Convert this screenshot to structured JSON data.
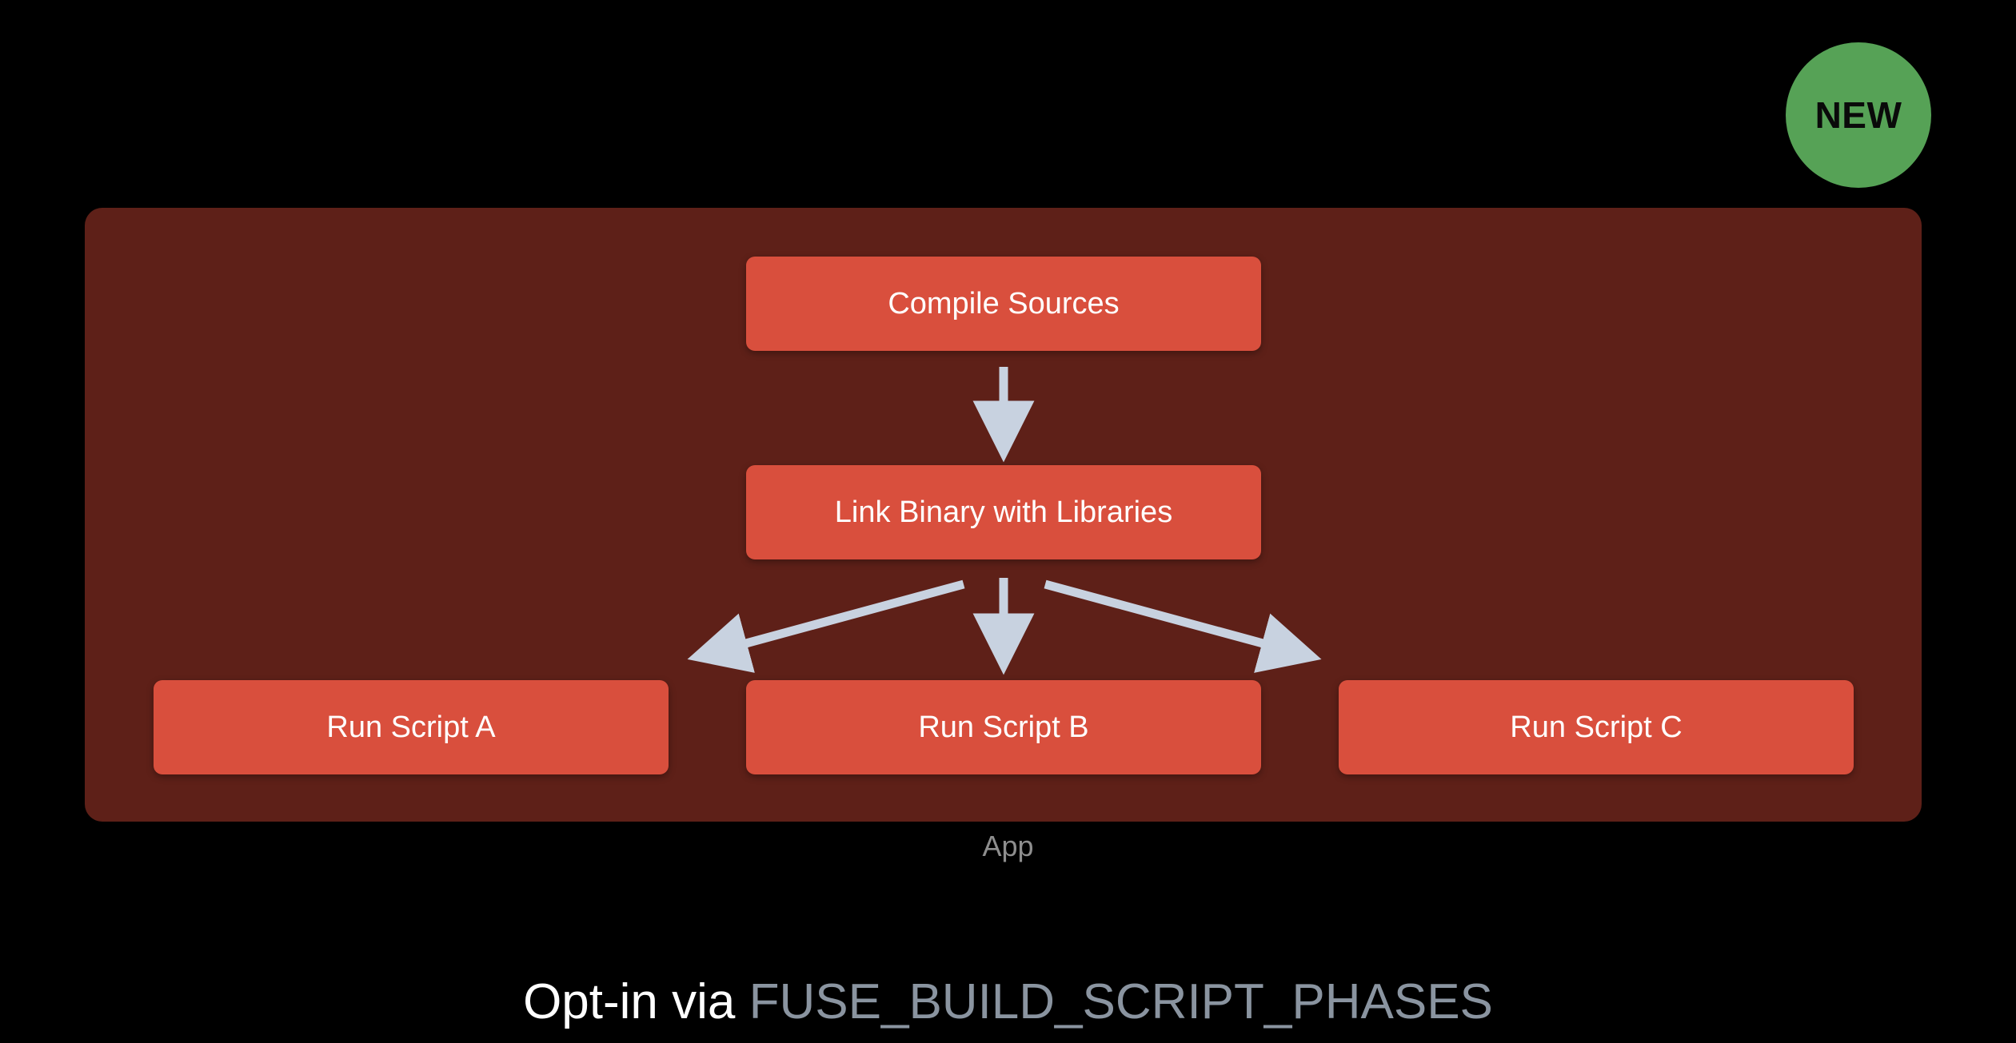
{
  "slide": {
    "background_color": "#000000",
    "badge": {
      "label": "NEW",
      "color": "#56a256",
      "text_color": "#0a0a0a",
      "icon": "new-badge-circle"
    },
    "container": {
      "caption": "App",
      "background_color": "#5e2018",
      "caption_color": "#8e8e8e"
    },
    "boxes": [
      {
        "id": "compile-sources",
        "label": "Compile Sources",
        "color": "#d94f3d",
        "text_color": "#ffffff"
      },
      {
        "id": "link-binary",
        "label": "Link Binary with Libraries",
        "color": "#d94f3d",
        "text_color": "#ffffff"
      },
      {
        "id": "run-script-a",
        "label": "Run Script A",
        "color": "#d94f3d",
        "text_color": "#ffffff"
      },
      {
        "id": "run-script-b",
        "label": "Run Script B",
        "color": "#d94f3d",
        "text_color": "#ffffff"
      },
      {
        "id": "run-script-c",
        "label": "Run Script C",
        "color": "#d94f3d",
        "text_color": "#ffffff"
      }
    ],
    "arrows": {
      "color": "#c8d2e0",
      "edges": [
        {
          "from": "compile-sources",
          "to": "link-binary",
          "direction": "down"
        },
        {
          "from": "link-binary",
          "to": "run-script-a",
          "direction": "down-left"
        },
        {
          "from": "link-binary",
          "to": "run-script-b",
          "direction": "down"
        },
        {
          "from": "link-binary",
          "to": "run-script-c",
          "direction": "down-right"
        }
      ]
    },
    "footer": {
      "lead_text": "Opt-in via ",
      "setting_name": "FUSE_BUILD_SCRIPT_PHASES",
      "lead_color": "#ffffff",
      "setting_color": "#8a94a0"
    }
  }
}
